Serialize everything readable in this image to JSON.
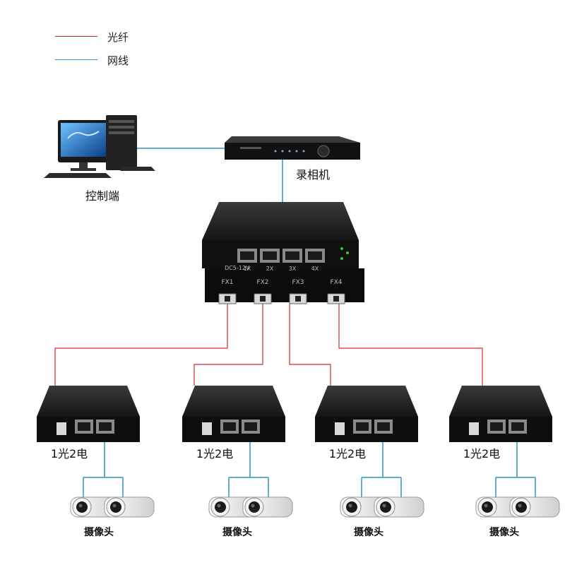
{
  "legend": {
    "fiber": {
      "label": "光纤",
      "color": "#d62a2a"
    },
    "cable": {
      "label": "网线",
      "color": "#2b93c5"
    }
  },
  "nodes": {
    "control": {
      "label": "控制端"
    },
    "nvr": {
      "label": "录相机"
    },
    "main_switch": {
      "port_labels": [
        "1X",
        "2X",
        "3X",
        "4X"
      ],
      "power_label": "DC5-12V",
      "fiber_labels": [
        "FX1",
        "FX2",
        "FX3",
        "FX4"
      ]
    },
    "converters": [
      {
        "label": "1光2电"
      },
      {
        "label": "1光2电"
      },
      {
        "label": "1光2电"
      },
      {
        "label": "1光2电"
      }
    ],
    "cameras": [
      {
        "label": "摄像头"
      },
      {
        "label": "摄像头"
      },
      {
        "label": "摄像头"
      },
      {
        "label": "摄像头"
      }
    ]
  }
}
